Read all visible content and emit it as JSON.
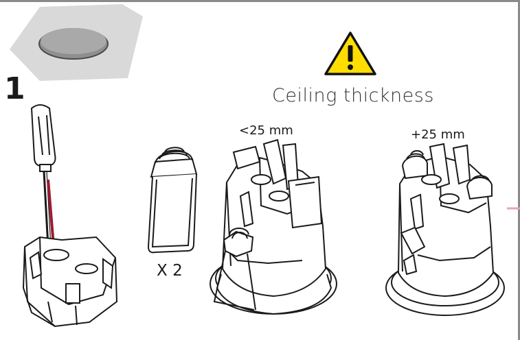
{
  "step": {
    "number": "1"
  },
  "warning": {
    "heading": "Ceiling thickness",
    "icon": "warning-triangle-icon"
  },
  "options": [
    {
      "label": "<25 mm"
    },
    {
      "label": "+25 mm"
    }
  ],
  "spring": {
    "quantity": "X 2"
  },
  "colors": {
    "warning_fill": "#ffdd00",
    "arrow": "#9b1b30",
    "accent_line": "#e8a6ae",
    "panel": "#d9d9d9"
  }
}
